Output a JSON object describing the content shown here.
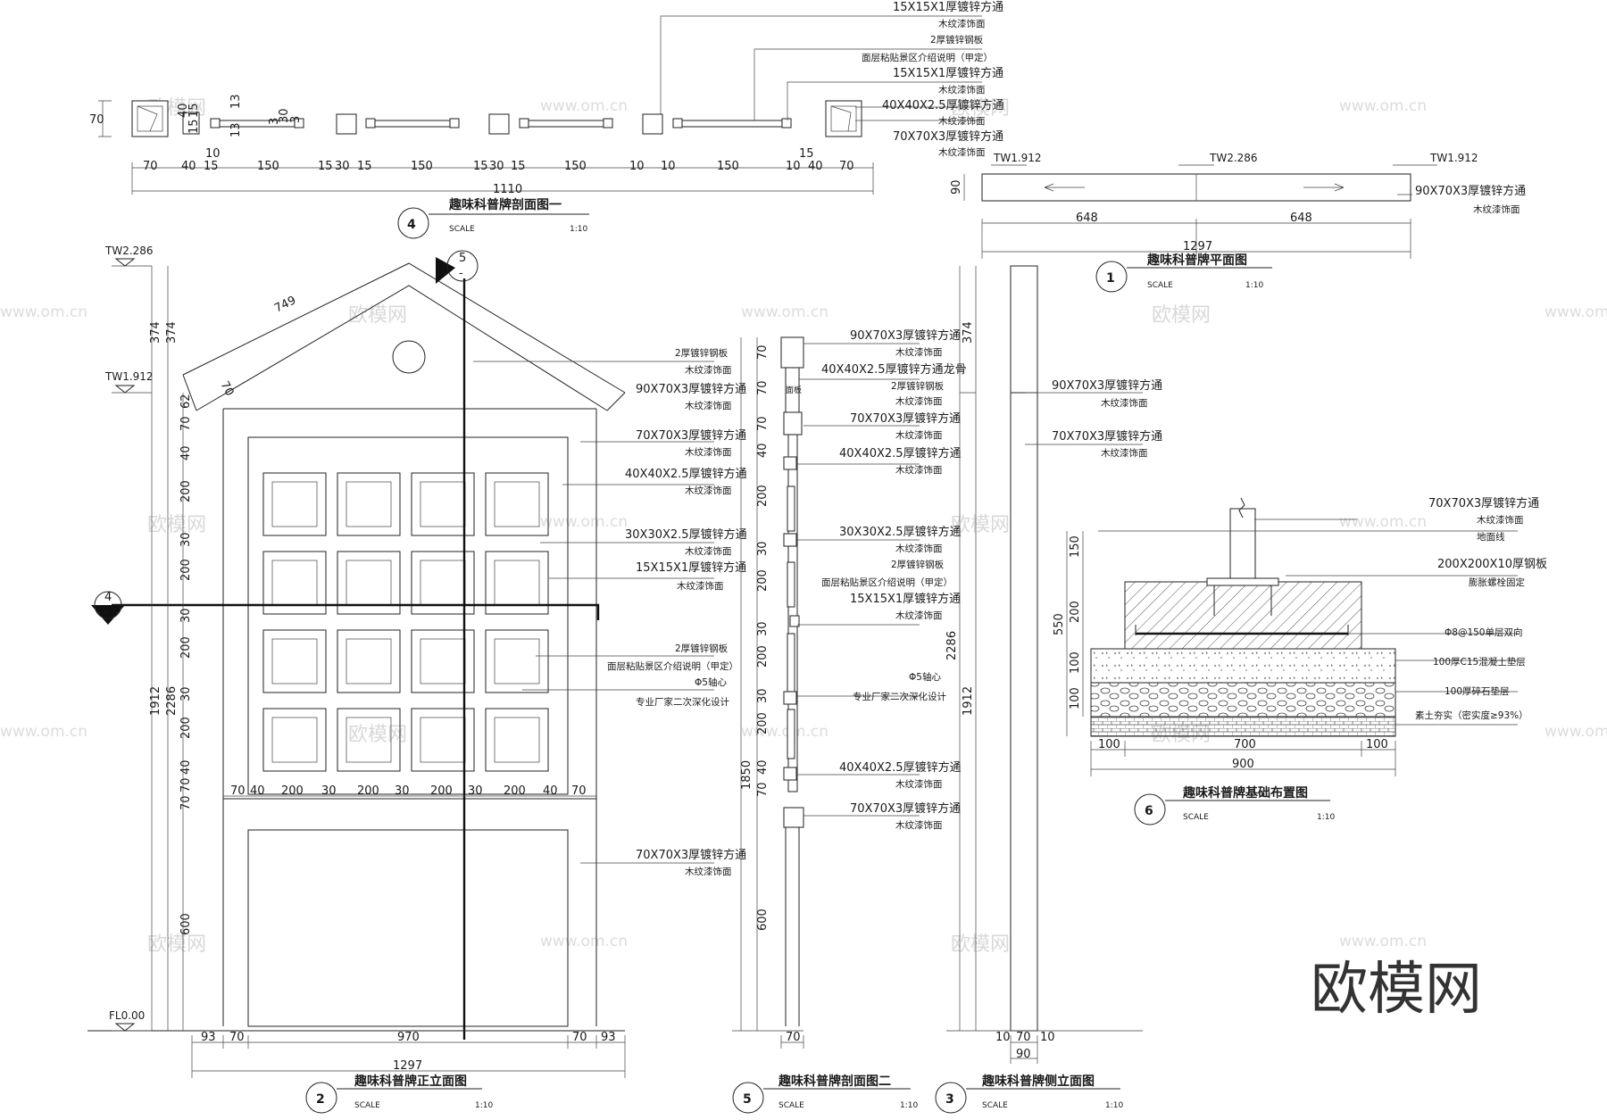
{
  "views": {
    "plan": {
      "number": "1",
      "title": "趣味科普牌平面图",
      "scale_label": "SCALE",
      "scale": "1:10"
    },
    "front": {
      "number": "2",
      "title": "趣味科普牌正立面图",
      "scale_label": "SCALE",
      "scale": "1:10"
    },
    "side": {
      "number": "3",
      "title": "趣味科普牌侧立面图",
      "scale_label": "SCALE",
      "scale": "1:10"
    },
    "section1": {
      "number": "4",
      "title": "趣味科普牌剖面图一",
      "scale_label": "SCALE",
      "scale": "1:10"
    },
    "section2": {
      "number": "5",
      "title": "趣味科普牌剖面图二",
      "scale_label": "SCALE",
      "scale": "1:10"
    },
    "foundation": {
      "number": "6",
      "title": "趣味科普牌基础布置图",
      "scale_label": "SCALE",
      "scale": "1:10"
    }
  },
  "levels": {
    "tw2286": "TW2.286",
    "tw1912": "TW1.912",
    "fl": "FL0.00"
  },
  "section_marks": {
    "s4": "4",
    "s5": "5",
    "dash": "-"
  },
  "notes": {
    "n15tube": "15X15X1厚镀锌方通",
    "wood": "木纹漆饰面",
    "plate2": "2厚镀锌钢板",
    "face": "面层粘贴景区介绍说明（甲定）",
    "t40": "40X40X2.5厚镀锌方通",
    "t70": "70X70X3厚镀锌方通",
    "t90": "90X70X3厚镀锌方通",
    "t30": "30X30X2.5厚镀锌方通",
    "t40keel": "40X40X2.5厚镀锌方通龙骨",
    "axis": "Φ5轴心",
    "vendor": "专业厂家二次深化设计",
    "ground": "地面线",
    "steelplate": "200X200X10厚钢板",
    "bolt": "膨胀螺栓固定",
    "rebar": "Φ8@150单层双向",
    "c15": "100厚C15混凝土垫层",
    "gravel": "100厚碎石垫层",
    "soil": "素土夯实（密实度≥93%）",
    "side_mark": "面板"
  },
  "dims": {
    "sec1": [
      "70",
      "40",
      "15",
      "10",
      "150",
      "15",
      "30",
      "15",
      "150",
      "15",
      "30",
      "15",
      "150",
      "10",
      "10",
      "150",
      "10",
      "15",
      "40",
      "70"
    ],
    "sec1_total": "1110",
    "sec1_h": [
      "70",
      "40",
      "15",
      "15",
      "13",
      "13",
      "3",
      "30",
      "3"
    ],
    "plan": [
      "648",
      "648"
    ],
    "plan_total": "1297",
    "plan_h": "90",
    "front_h_left": [
      "374",
      "62",
      "70",
      "40",
      "200",
      "30",
      "200",
      "30",
      "200",
      "30",
      "200",
      "40",
      "70",
      "70",
      "600"
    ],
    "front_outer": [
      "374",
      "1912",
      "2286"
    ],
    "front_sub": [
      "70",
      "40",
      "200",
      "30",
      "200",
      "30",
      "200",
      "30",
      "200",
      "40",
      "70"
    ],
    "front_bottom": [
      "93",
      "70",
      "970",
      "70",
      "93"
    ],
    "front_total": "1297",
    "roof": [
      "749",
      "70"
    ],
    "sec2_h": [
      "70",
      "70",
      "70",
      "40",
      "200",
      "30",
      "200",
      "30",
      "200",
      "30",
      "200",
      "40",
      "70",
      "600"
    ],
    "sec2_total": "1850",
    "sec2_w": "70",
    "side_h": [
      "374",
      "1912",
      "2286"
    ],
    "side_w": [
      "10",
      "70",
      "10"
    ],
    "side_total": "90",
    "found_h": [
      "150",
      "200",
      "100",
      "100"
    ],
    "found_total": "550",
    "found_w": [
      "100",
      "700",
      "100"
    ],
    "found_total_w": "900"
  },
  "watermark": {
    "site": "www.om.cn",
    "brand": "欧模网",
    "site_dot": "www.om.cn"
  },
  "brand_big": "欧模网"
}
